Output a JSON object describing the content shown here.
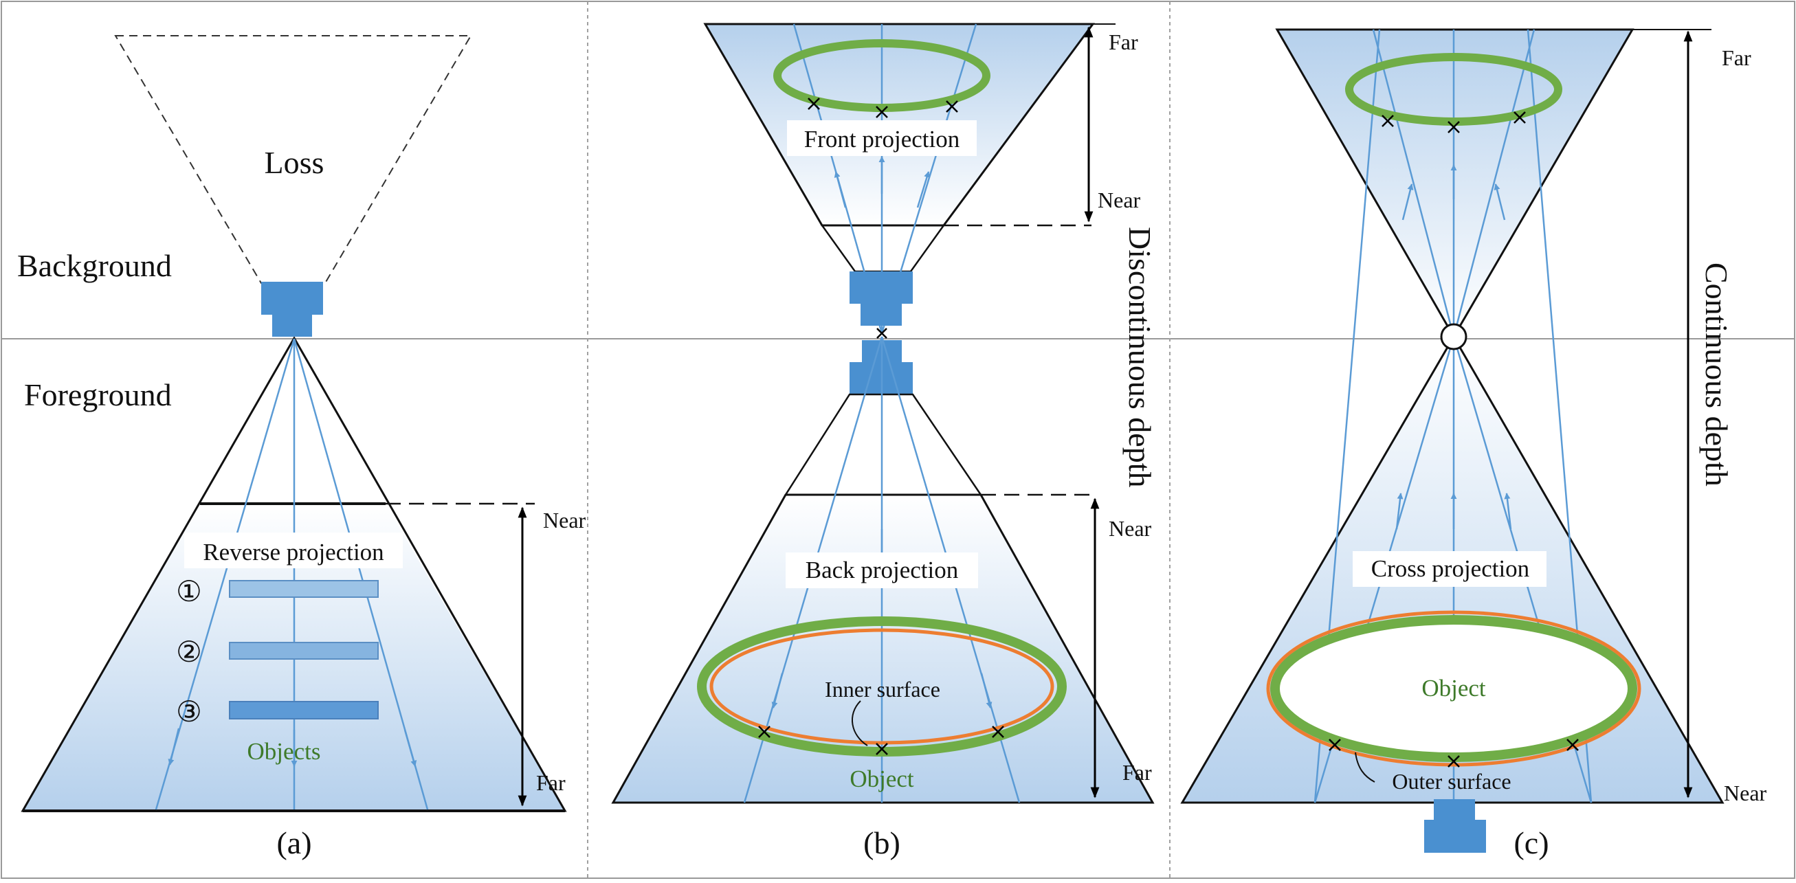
{
  "colors": {
    "blue": "#5b9bd5",
    "camera": "#4a90d0",
    "green": "#70ad47",
    "orange": "#ed7d31",
    "gradient_top": "#d4e6f6",
    "gradient_bottom": "#b5d0ec"
  },
  "labels": {
    "background": "Background",
    "foreground": "Foreground"
  },
  "panel_a": {
    "loss": "Loss",
    "reverse_projection": "Reverse projection",
    "markers": [
      "①",
      "②",
      "③"
    ],
    "objects": "Objects",
    "near": "Near",
    "far": "Far",
    "caption": "(a)"
  },
  "panel_b": {
    "front_projection": "Front projection",
    "back_projection": "Back projection",
    "inner_surface": "Inner surface",
    "object": "Object",
    "far_top": "Far",
    "near_top": "Near",
    "near_bottom": "Near",
    "far_bottom": "Far",
    "depth": "Discontinuous depth",
    "caption": "(b)"
  },
  "panel_c": {
    "cross_projection": "Cross projection",
    "object": "Object",
    "outer_surface": "Outer  surface",
    "far": "Far",
    "near": "Near",
    "depth": "Continuous depth",
    "caption": "(c)"
  }
}
